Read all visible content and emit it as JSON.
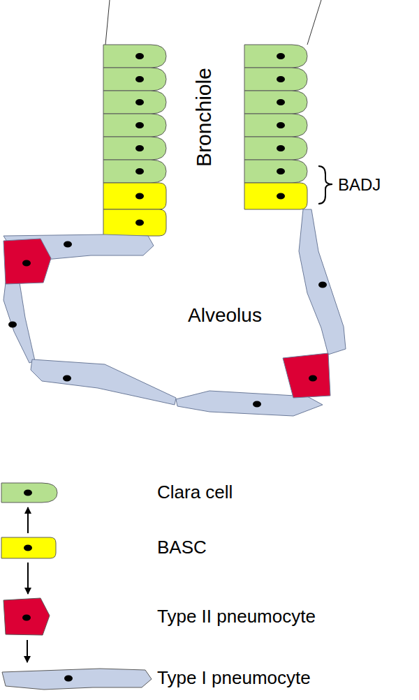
{
  "diagram": {
    "nodes": [
      {
        "text": [
          "Clara cell"
        ]
      },
      {
        "text": [
          "BASC"
        ]
      },
      {
        "text": [
          "Type II pneumocyte"
        ]
      },
      {
        "text": [
          "Type I pneumocyte"
        ]
      }
    ],
    "edges": [
      {
        "from": 1,
        "to": 0,
        "arrow": "to"
      },
      {
        "from": 1,
        "to": 2,
        "arrow": "to"
      },
      {
        "from": 2,
        "to": 3,
        "arrow": "to"
      }
    ],
    "labels": [
      "Bronchiole",
      "BADJ",
      "Alveolus"
    ]
  }
}
